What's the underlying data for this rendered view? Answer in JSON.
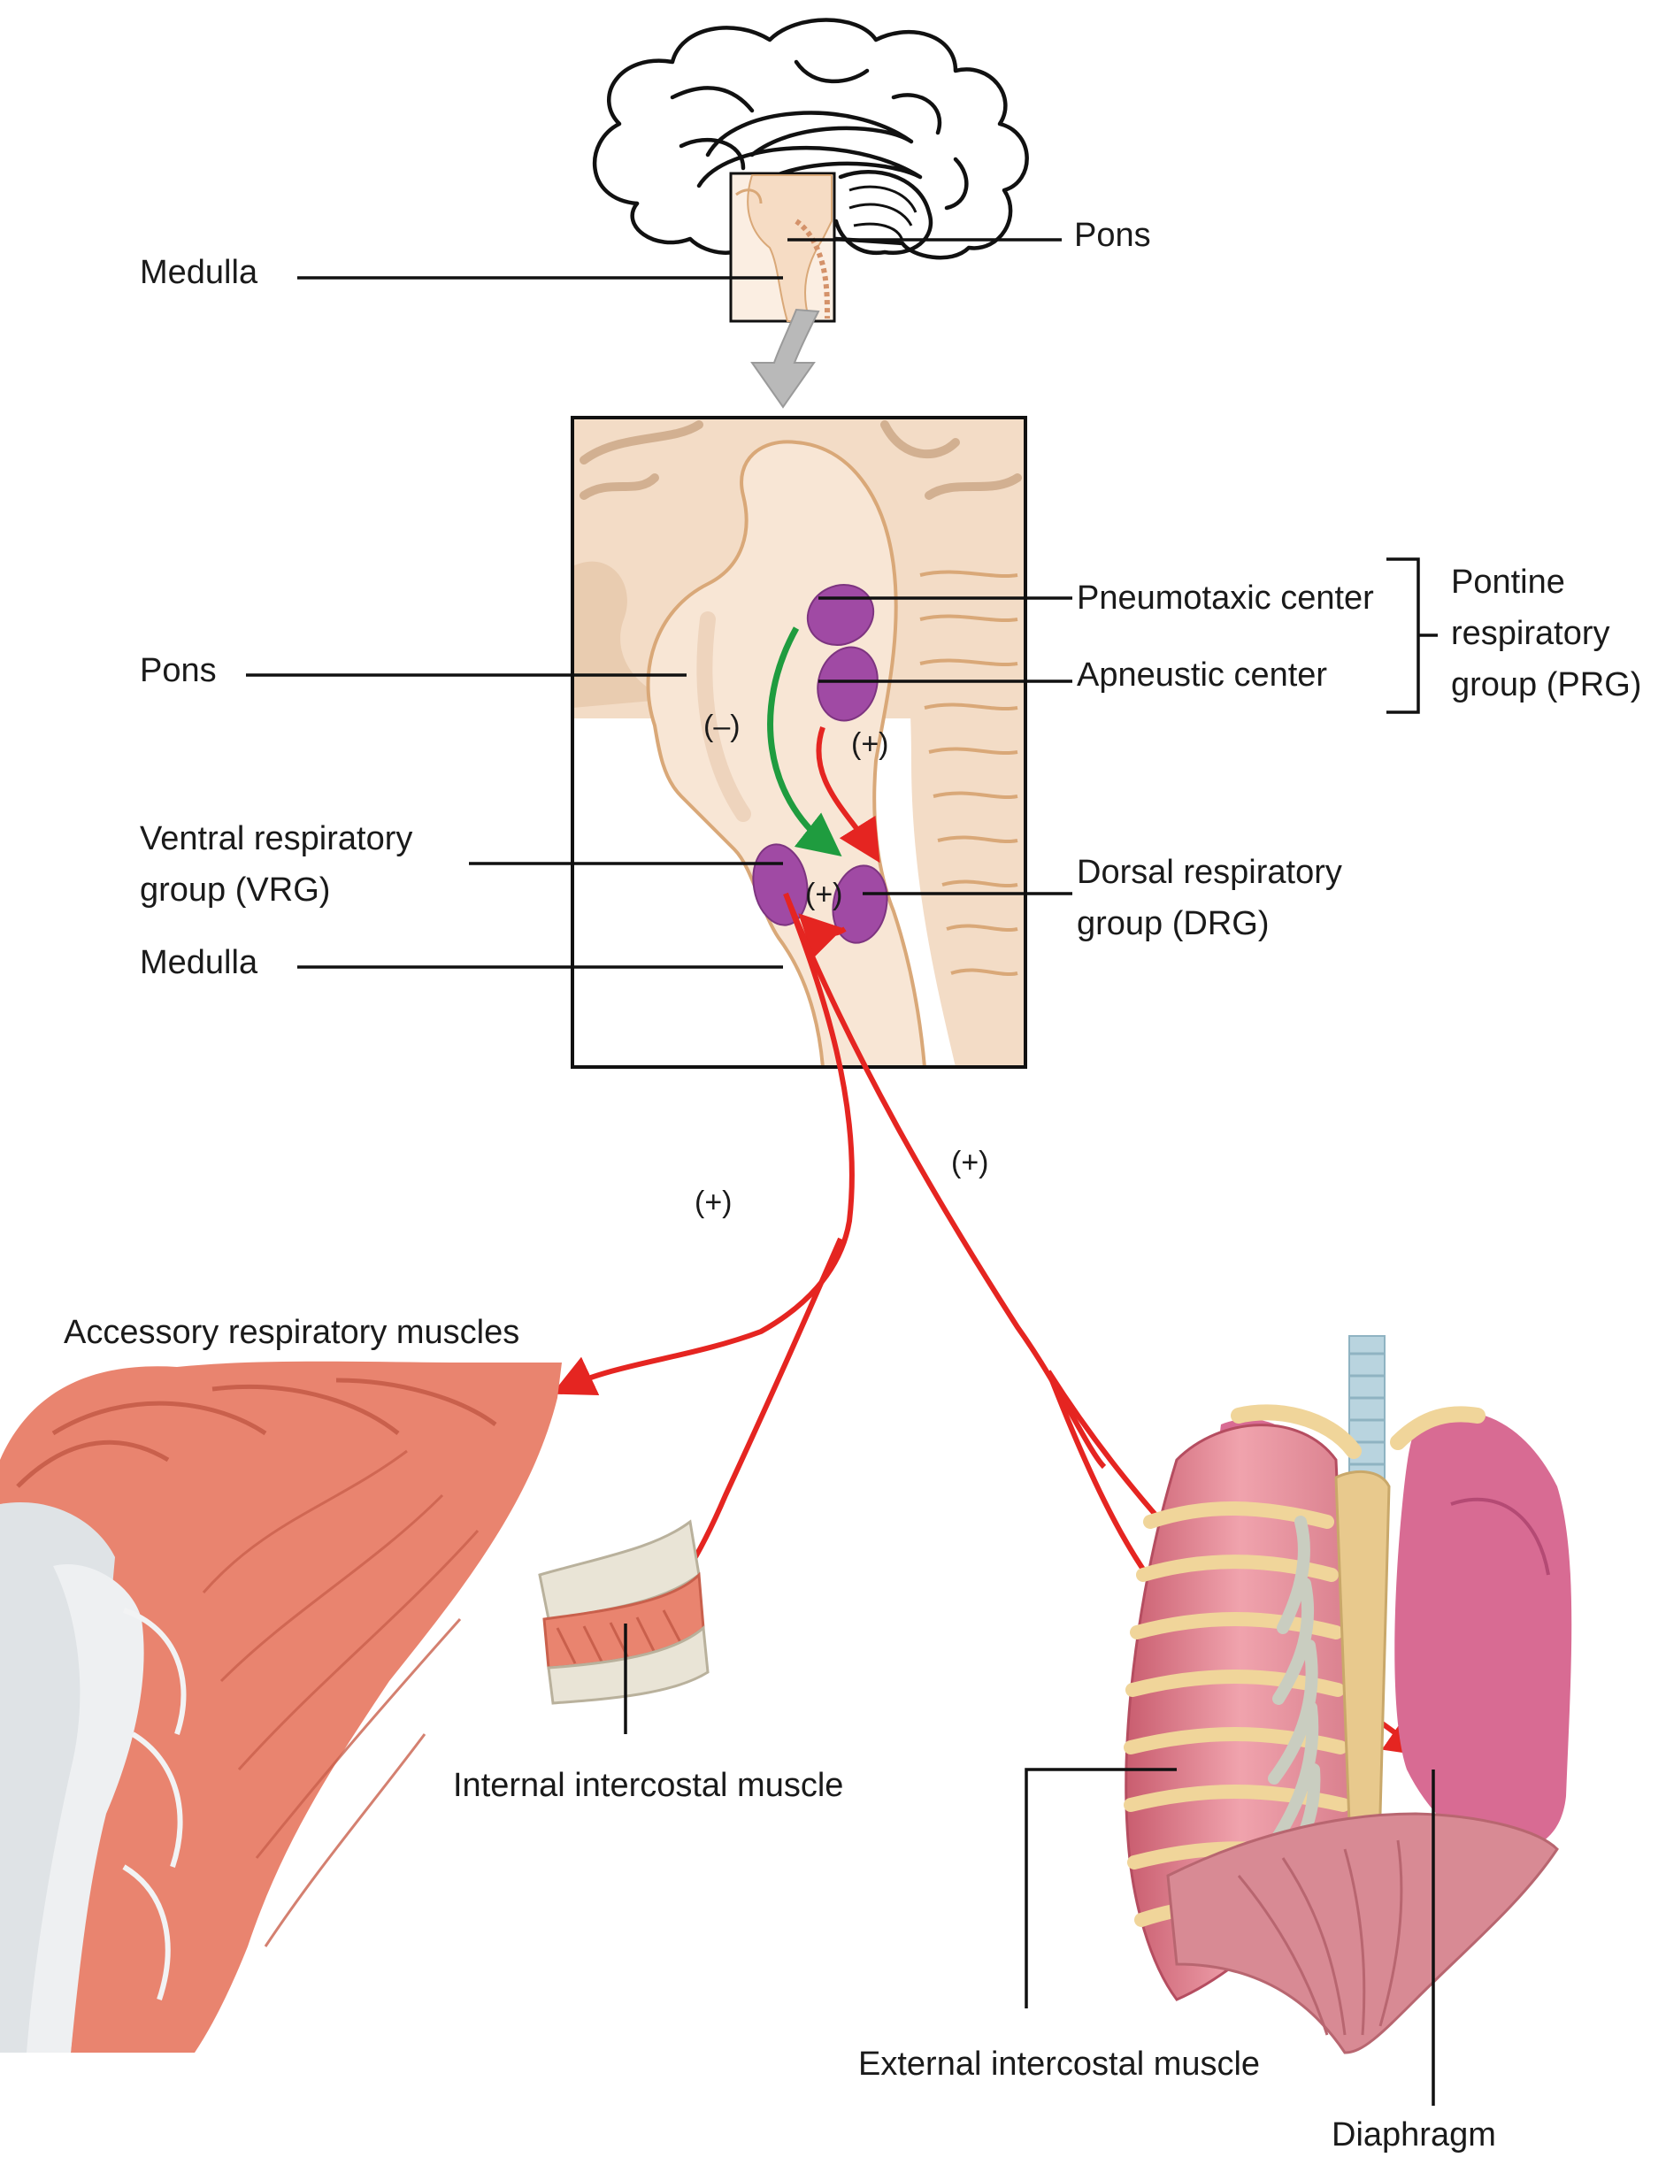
{
  "labels": {
    "top_medulla": "Medulla",
    "top_pons": "Pons",
    "pons": "Pons",
    "pneumotaxic": "Pneumotaxic center",
    "apneustic": "Apneustic center",
    "prg_line1": "Pontine",
    "prg_line2": "respiratory",
    "prg_line3": "group (PRG)",
    "vrg_line1": "Ventral respiratory",
    "vrg_line2": "group (VRG)",
    "drg_line1": "Dorsal respiratory",
    "drg_line2": "group (DRG)",
    "medulla": "Medulla",
    "accessory": "Accessory respiratory muscles",
    "internal": "Internal intercostal muscle",
    "external": "External intercostal muscle",
    "diaphragm": "Diaphragm"
  },
  "signs": {
    "inhibit": "(–)",
    "excite_apneustic": "(+)",
    "excite_vrg": "(+)",
    "excite_left": "(+)",
    "excite_right": "(+)"
  },
  "colors": {
    "tan": "#f3dcc6",
    "tan_dark": "#d2b091",
    "brainstem": "#f8e6d5",
    "brainstem_edge": "#d9a878",
    "center": "#a04aa4",
    "excite_arrow": "#e52521",
    "inhibit_arrow": "#1f9c3f",
    "muscle": "#e9846f",
    "muscle_dark": "#c9604c",
    "bone": "#ebdcbc",
    "lung": "#d86b93",
    "rib": "#f0d59a",
    "cartilage": "#c9cdc0"
  }
}
